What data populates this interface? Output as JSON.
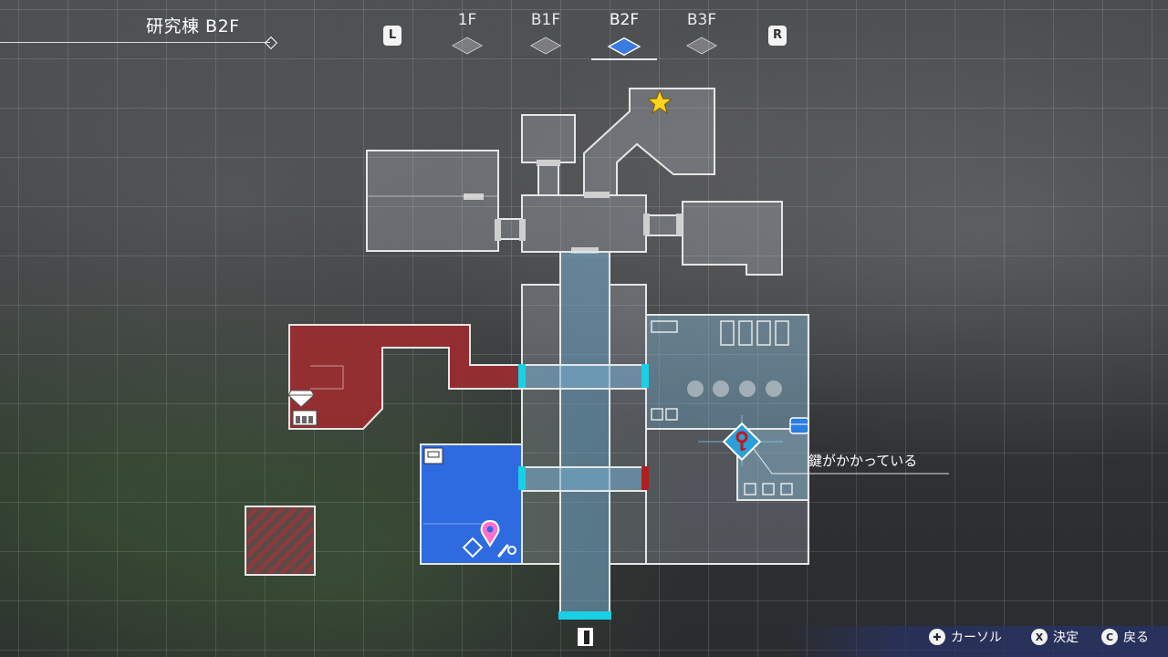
{
  "header": {
    "floor_name": "研究棟 B2F",
    "left_button": "L",
    "right_button": "R",
    "floors": [
      {
        "label": "1F",
        "active": false
      },
      {
        "label": "B1F",
        "active": false
      },
      {
        "label": "B2F",
        "active": true
      },
      {
        "label": "B3F",
        "active": false
      }
    ]
  },
  "map": {
    "locked_message": "鍵がかかっている",
    "icons": [
      "star-icon",
      "diamond-gem-icon",
      "shop-icon",
      "document-icon",
      "location-pin-icon",
      "save-point-icon",
      "tools-icon",
      "key-icon",
      "treasure-chest-icon",
      "exit-door-icon"
    ]
  },
  "controls": [
    {
      "key": "✚",
      "label": "カーソル"
    },
    {
      "key": "X",
      "label": "決定"
    },
    {
      "key": "C",
      "label": "戻る"
    }
  ],
  "colors": {
    "visited_room": "rgba(210,220,230,0.25)",
    "red_room": "#9c2b30",
    "current_room": "#2e6be0",
    "corridor": "#6a9ec0",
    "door_cyan": "#19d0e6",
    "door_red": "#b02020",
    "star": "#ffd21f"
  }
}
